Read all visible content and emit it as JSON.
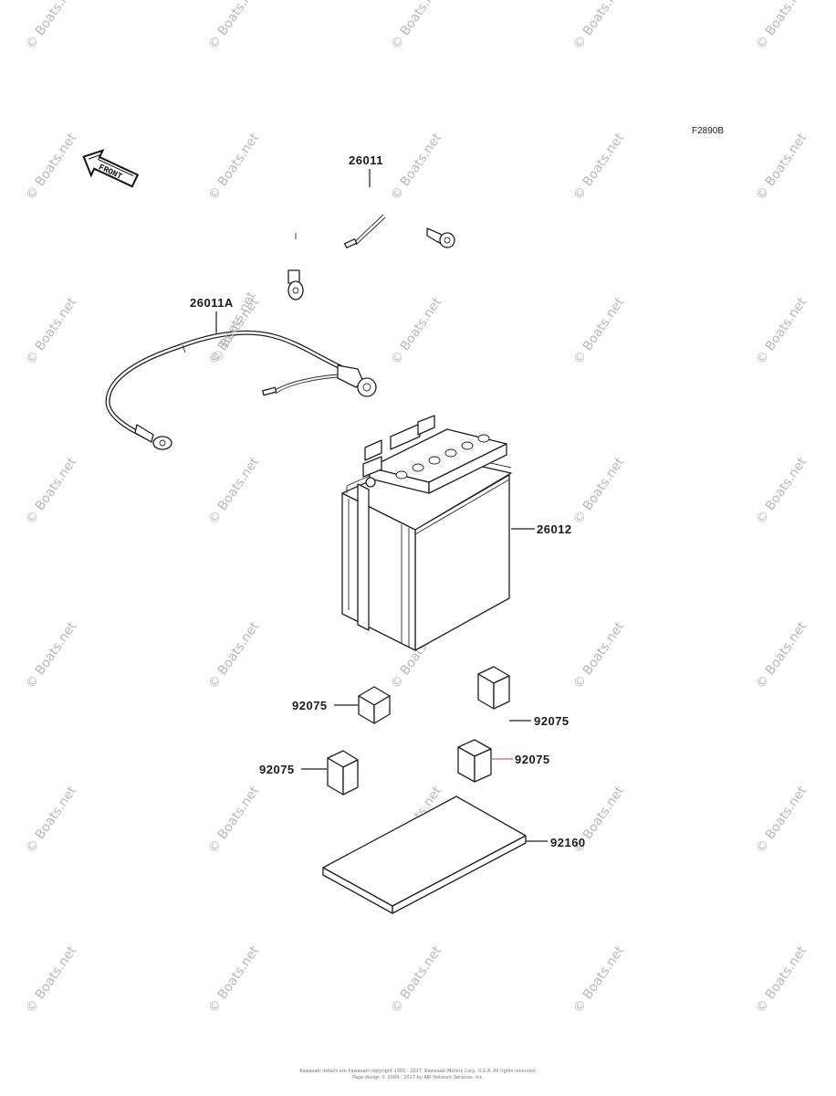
{
  "diagram_code": "F2890B",
  "front_arrow_label": "FRONT",
  "callouts": {
    "cable_positive": "26011",
    "cable_negative": "26011A",
    "battery": "26012",
    "pad_upper_left": "92075",
    "pad_upper_right": "92075",
    "pad_lower_left": "92075",
    "pad_lower_right": "92075",
    "base_pad": "92160"
  },
  "watermark_text": "© Boats.net",
  "center_watermark_text": "© Boats.net",
  "footer": {
    "line1": "Kawasaki details are Kawasaki copyright 1995 - 2017, Kawasaki Motors Corp. U.S.A. All rights reserved.",
    "line2": "Page design © 2004 - 2017 by ARI Network Services, Inc."
  },
  "colors": {
    "line": "#1f1f1f",
    "watermark": "#b8b8b8",
    "pink_leader": "#c060a0"
  }
}
